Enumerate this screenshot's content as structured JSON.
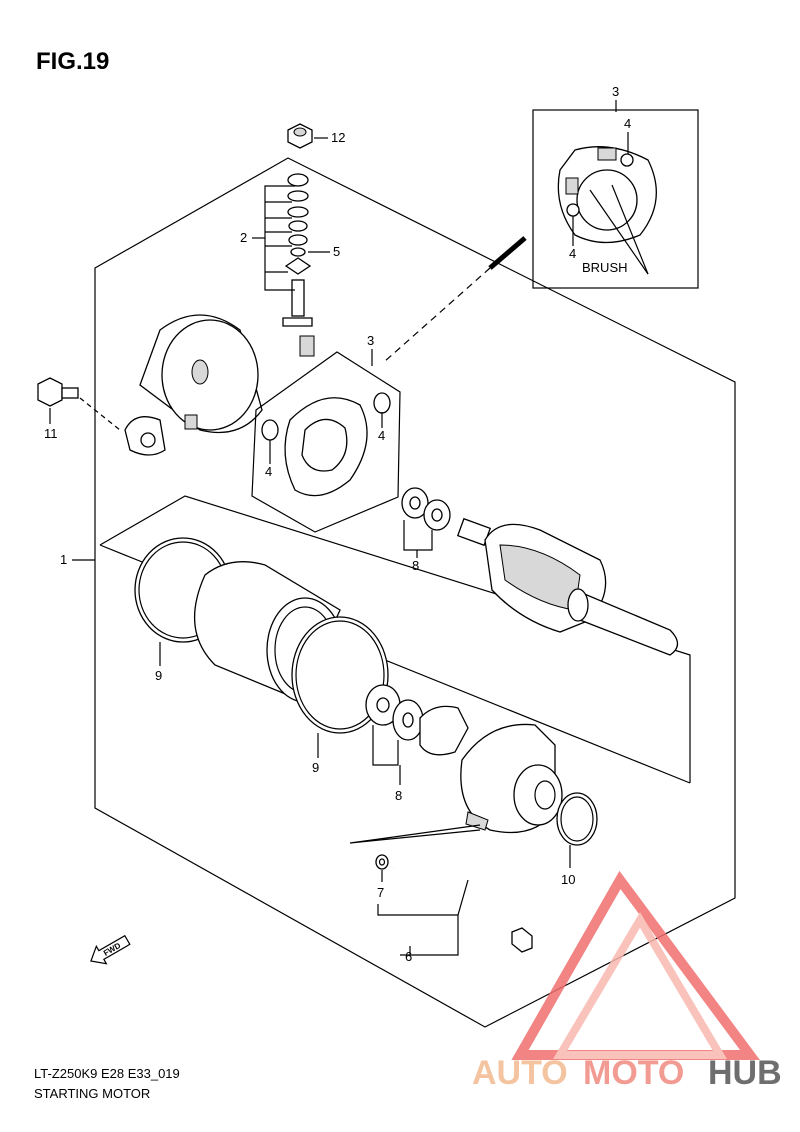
{
  "figure": {
    "title": "FIG.19",
    "model_code": "LT-Z250K9 E28 E33_019",
    "section_name": "STARTING MOTOR"
  },
  "callouts": {
    "c1": "1",
    "c2": "2",
    "c3a": "3",
    "c3b": "3",
    "c4a": "4",
    "c4b": "4",
    "c4c": "4",
    "c4d": "4",
    "c5": "5",
    "c6": "6",
    "c7": "7",
    "c8a": "8",
    "c8b": "8",
    "c9a": "9",
    "c9b": "9",
    "c10": "10",
    "c11": "11",
    "c12": "12"
  },
  "labels": {
    "brush": "BRUSH",
    "fwd": "FWD"
  },
  "watermark": {
    "auto": "AUTO",
    "moto": "MOTO",
    "hub": "HUB",
    "color_auto": "#f3b98f",
    "color_moto": "#f08a80",
    "color_hub": "#555555",
    "triangle_color": "#f06f6f"
  }
}
